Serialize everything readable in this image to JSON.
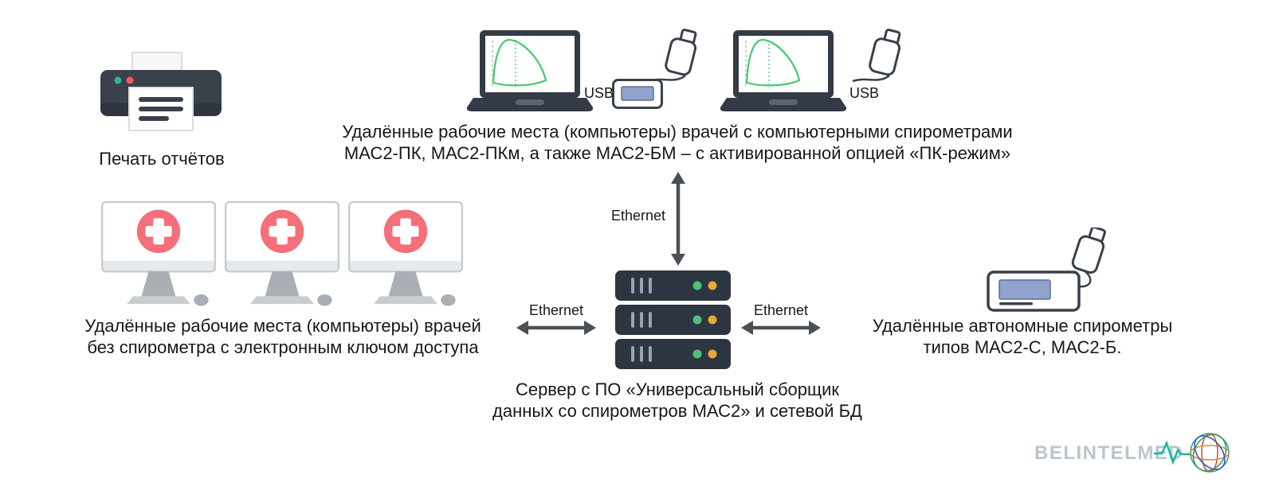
{
  "colors": {
    "background": "#ffffff",
    "icon_dark": "#3a414b",
    "text": "#15181c",
    "medical_cross_red": "#f46f79",
    "chart_green": "#45c96e",
    "server_led_green": "#4ec07c",
    "server_led_orange": "#e8a838",
    "device_display_blue": "#8fa3cc",
    "printer_led_teal": "#2bb5a0",
    "printer_led_red": "#f05a68",
    "arrow_gray": "#4a5056",
    "logo_gray": "#b9c6cc",
    "logo_teal": "#17b8a6"
  },
  "nodes": {
    "printer": {
      "label": "Печать отчётов"
    },
    "pc_spirometer_workstations": {
      "caption_line1": "Удалённые рабочие места (компьютеры) врачей с компьютерными спирометрами",
      "caption_line2": "МАС2-ПК, МАС2-ПКм, а также МАС2-БМ – с активированной опцией «ПК-режим»",
      "usb_label_left": "USB",
      "usb_label_right": "USB"
    },
    "keyed_workstations": {
      "caption_line1": "Удалённые рабочие места (компьютеры) врачей",
      "caption_line2": "без спирометра с электронным ключом доступа"
    },
    "server": {
      "caption_line1": "Сервер с ПО «Универсальный сборщик",
      "caption_line2": "данных со спирометров МАС2» и сетевой БД"
    },
    "autonomous_spirometers": {
      "caption_line1": "Удалённые автономные спирометры",
      "caption_line2": "типов МАС2-С, МАС2-Б."
    }
  },
  "connections": {
    "ethernet_top_label": "Ethernet",
    "ethernet_left_label": "Ethernet",
    "ethernet_right_label": "Ethernet"
  },
  "logo": {
    "text": "BELINTELMED"
  }
}
